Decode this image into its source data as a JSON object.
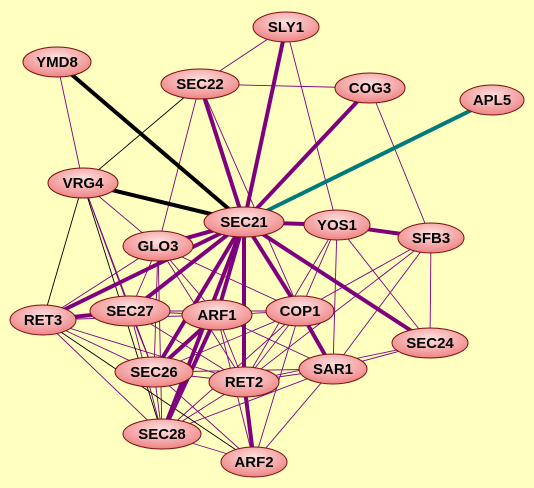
{
  "colors": {
    "background": "#ffffc0",
    "edge_purple": "#7f007f",
    "edge_black": "#000000",
    "edge_teal": "#007a7a",
    "node_fill_light": "#ffd6d6",
    "node_fill_dark": "#f08a8a",
    "node_stroke": "#7a1010"
  },
  "nodes": [
    {
      "id": "SLY1",
      "label": "SLY1"
    },
    {
      "id": "YMD8",
      "label": "YMD8"
    },
    {
      "id": "SEC22",
      "label": "SEC22"
    },
    {
      "id": "COG3",
      "label": "COG3"
    },
    {
      "id": "APL5",
      "label": "APL5"
    },
    {
      "id": "VRG4",
      "label": "VRG4"
    },
    {
      "id": "SEC21",
      "label": "SEC21"
    },
    {
      "id": "YOS1",
      "label": "YOS1"
    },
    {
      "id": "SFB3",
      "label": "SFB3"
    },
    {
      "id": "GLO3",
      "label": "GLO3"
    },
    {
      "id": "RET3",
      "label": "RET3"
    },
    {
      "id": "SEC27",
      "label": "SEC27"
    },
    {
      "id": "ARF1",
      "label": "ARF1"
    },
    {
      "id": "COP1",
      "label": "COP1"
    },
    {
      "id": "SEC24",
      "label": "SEC24"
    },
    {
      "id": "SEC26",
      "label": "SEC26"
    },
    {
      "id": "RET2",
      "label": "RET2"
    },
    {
      "id": "SAR1",
      "label": "SAR1"
    },
    {
      "id": "SEC28",
      "label": "SEC28"
    },
    {
      "id": "ARF2",
      "label": "ARF2"
    }
  ],
  "edges": [
    {
      "a": "YMD8",
      "b": "SEC21",
      "color": "black",
      "weight": "thick"
    },
    {
      "a": "VRG4",
      "b": "SEC21",
      "color": "black",
      "weight": "thick"
    },
    {
      "a": "APL5",
      "b": "SEC21",
      "color": "teal",
      "weight": "thick"
    },
    {
      "a": "SLY1",
      "b": "SEC21",
      "color": "purple",
      "weight": "thick"
    },
    {
      "a": "SEC22",
      "b": "SEC21",
      "color": "purple",
      "weight": "thick"
    },
    {
      "a": "COG3",
      "b": "SEC21",
      "color": "purple",
      "weight": "thick"
    },
    {
      "a": "SEC21",
      "b": "YOS1",
      "color": "purple",
      "weight": "thick"
    },
    {
      "a": "YOS1",
      "b": "SFB3",
      "color": "purple",
      "weight": "thick"
    },
    {
      "a": "SEC21",
      "b": "GLO3",
      "color": "purple",
      "weight": "thick"
    },
    {
      "a": "SEC21",
      "b": "RET3",
      "color": "purple",
      "weight": "thick"
    },
    {
      "a": "SEC21",
      "b": "SEC27",
      "color": "purple",
      "weight": "thick"
    },
    {
      "a": "SEC21",
      "b": "ARF1",
      "color": "purple",
      "weight": "thick"
    },
    {
      "a": "SEC21",
      "b": "COP1",
      "color": "purple",
      "weight": "thick"
    },
    {
      "a": "SEC21",
      "b": "SEC24",
      "color": "purple",
      "weight": "thick"
    },
    {
      "a": "SEC21",
      "b": "SEC26",
      "color": "purple",
      "weight": "thick"
    },
    {
      "a": "SEC21",
      "b": "RET2",
      "color": "purple",
      "weight": "thick"
    },
    {
      "a": "SEC21",
      "b": "SEC28",
      "color": "purple",
      "weight": "thick"
    },
    {
      "a": "COP1",
      "b": "SAR1",
      "color": "purple",
      "weight": "thick"
    },
    {
      "a": "RET2",
      "b": "ARF2",
      "color": "purple",
      "weight": "thick"
    },
    {
      "a": "RET3",
      "b": "SEC27",
      "color": "purple",
      "weight": "thick"
    },
    {
      "a": "GLO3",
      "b": "SEC21",
      "color": "purple",
      "weight": "thick"
    },
    {
      "a": "SEC26",
      "b": "ARF1",
      "color": "purple",
      "weight": "thick"
    },
    {
      "a": "SEC28",
      "b": "ARF1",
      "color": "purple",
      "weight": "thick"
    },
    {
      "a": "YMD8",
      "b": "VRG4",
      "color": "purple",
      "weight": "thin"
    },
    {
      "a": "SLY1",
      "b": "SEC22",
      "color": "purple",
      "weight": "thin"
    },
    {
      "a": "SLY1",
      "b": "YOS1",
      "color": "purple",
      "weight": "thin"
    },
    {
      "a": "SEC22",
      "b": "COG3",
      "color": "purple",
      "weight": "thin"
    },
    {
      "a": "SEC22",
      "b": "COP1",
      "color": "purple",
      "weight": "thin"
    },
    {
      "a": "SEC22",
      "b": "GLO3",
      "color": "purple",
      "weight": "thin"
    },
    {
      "a": "COG3",
      "b": "SFB3",
      "color": "purple",
      "weight": "thin"
    },
    {
      "a": "VRG4",
      "b": "GLO3",
      "color": "purple",
      "weight": "thin"
    },
    {
      "a": "VRG4",
      "b": "SEC27",
      "color": "purple",
      "weight": "thin"
    },
    {
      "a": "VRG4",
      "b": "SEC26",
      "color": "purple",
      "weight": "thin"
    },
    {
      "a": "YOS1",
      "b": "SEC24",
      "color": "purple",
      "weight": "thin"
    },
    {
      "a": "YOS1",
      "b": "SAR1",
      "color": "purple",
      "weight": "thin"
    },
    {
      "a": "YOS1",
      "b": "COP1",
      "color": "purple",
      "weight": "thin"
    },
    {
      "a": "YOS1",
      "b": "RET2",
      "color": "purple",
      "weight": "thin"
    },
    {
      "a": "SFB3",
      "b": "SEC24",
      "color": "purple",
      "weight": "thin"
    },
    {
      "a": "SFB3",
      "b": "SAR1",
      "color": "purple",
      "weight": "thin"
    },
    {
      "a": "SFB3",
      "b": "RET2",
      "color": "purple",
      "weight": "thin"
    },
    {
      "a": "SFB3",
      "b": "COP1",
      "color": "purple",
      "weight": "thin"
    },
    {
      "a": "SEC24",
      "b": "SAR1",
      "color": "purple",
      "weight": "thin"
    },
    {
      "a": "SEC24",
      "b": "RET2",
      "color": "purple",
      "weight": "thin"
    },
    {
      "a": "GLO3",
      "b": "RET3",
      "color": "purple",
      "weight": "thin"
    },
    {
      "a": "GLO3",
      "b": "SEC27",
      "color": "purple",
      "weight": "thin"
    },
    {
      "a": "GLO3",
      "b": "ARF1",
      "color": "purple",
      "weight": "thin"
    },
    {
      "a": "GLO3",
      "b": "SEC26",
      "color": "purple",
      "weight": "thin"
    },
    {
      "a": "GLO3",
      "b": "RET2",
      "color": "purple",
      "weight": "thin"
    },
    {
      "a": "GLO3",
      "b": "SEC28",
      "color": "purple",
      "weight": "thin"
    },
    {
      "a": "GLO3",
      "b": "COP1",
      "color": "purple",
      "weight": "thin"
    },
    {
      "a": "RET3",
      "b": "SEC26",
      "color": "purple",
      "weight": "thin"
    },
    {
      "a": "RET3",
      "b": "SEC28",
      "color": "purple",
      "weight": "thin"
    },
    {
      "a": "RET3",
      "b": "ARF1",
      "color": "purple",
      "weight": "thin"
    },
    {
      "a": "RET3",
      "b": "RET2",
      "color": "purple",
      "weight": "thin"
    },
    {
      "a": "SEC27",
      "b": "ARF1",
      "color": "purple",
      "weight": "thin"
    },
    {
      "a": "SEC27",
      "b": "SEC26",
      "color": "purple",
      "weight": "thin"
    },
    {
      "a": "SEC27",
      "b": "SEC28",
      "color": "purple",
      "weight": "thin"
    },
    {
      "a": "SEC27",
      "b": "RET2",
      "color": "purple",
      "weight": "thin"
    },
    {
      "a": "SEC27",
      "b": "COP1",
      "color": "purple",
      "weight": "thin"
    },
    {
      "a": "ARF1",
      "b": "COP1",
      "color": "purple",
      "weight": "thin"
    },
    {
      "a": "ARF1",
      "b": "RET2",
      "color": "purple",
      "weight": "thin"
    },
    {
      "a": "ARF1",
      "b": "SAR1",
      "color": "purple",
      "weight": "thin"
    },
    {
      "a": "ARF1",
      "b": "ARF2",
      "color": "purple",
      "weight": "thin"
    },
    {
      "a": "COP1",
      "b": "RET2",
      "color": "purple",
      "weight": "thin"
    },
    {
      "a": "COP1",
      "b": "SEC26",
      "color": "purple",
      "weight": "thin"
    },
    {
      "a": "COP1",
      "b": "SEC28",
      "color": "purple",
      "weight": "thin"
    },
    {
      "a": "COP1",
      "b": "ARF2",
      "color": "purple",
      "weight": "thin"
    },
    {
      "a": "SEC26",
      "b": "RET2",
      "color": "purple",
      "weight": "thin"
    },
    {
      "a": "SEC26",
      "b": "SEC28",
      "color": "purple",
      "weight": "thin"
    },
    {
      "a": "SEC26",
      "b": "SAR1",
      "color": "purple",
      "weight": "thin"
    },
    {
      "a": "SEC26",
      "b": "ARF2",
      "color": "purple",
      "weight": "thin"
    },
    {
      "a": "RET2",
      "b": "SAR1",
      "color": "purple",
      "weight": "thin"
    },
    {
      "a": "RET2",
      "b": "SEC28",
      "color": "purple",
      "weight": "thin"
    },
    {
      "a": "SAR1",
      "b": "SEC28",
      "color": "purple",
      "weight": "thin"
    },
    {
      "a": "SAR1",
      "b": "ARF2",
      "color": "purple",
      "weight": "thin"
    },
    {
      "a": "SEC28",
      "b": "ARF2",
      "color": "purple",
      "weight": "thin"
    },
    {
      "a": "SEC22",
      "b": "VRG4",
      "color": "black",
      "weight": "thin"
    },
    {
      "a": "VRG4",
      "b": "RET3",
      "color": "black",
      "weight": "thin"
    },
    {
      "a": "VRG4",
      "b": "SEC28",
      "color": "black",
      "weight": "thin"
    },
    {
      "a": "RET3",
      "b": "ARF2",
      "color": "black",
      "weight": "thin"
    }
  ]
}
